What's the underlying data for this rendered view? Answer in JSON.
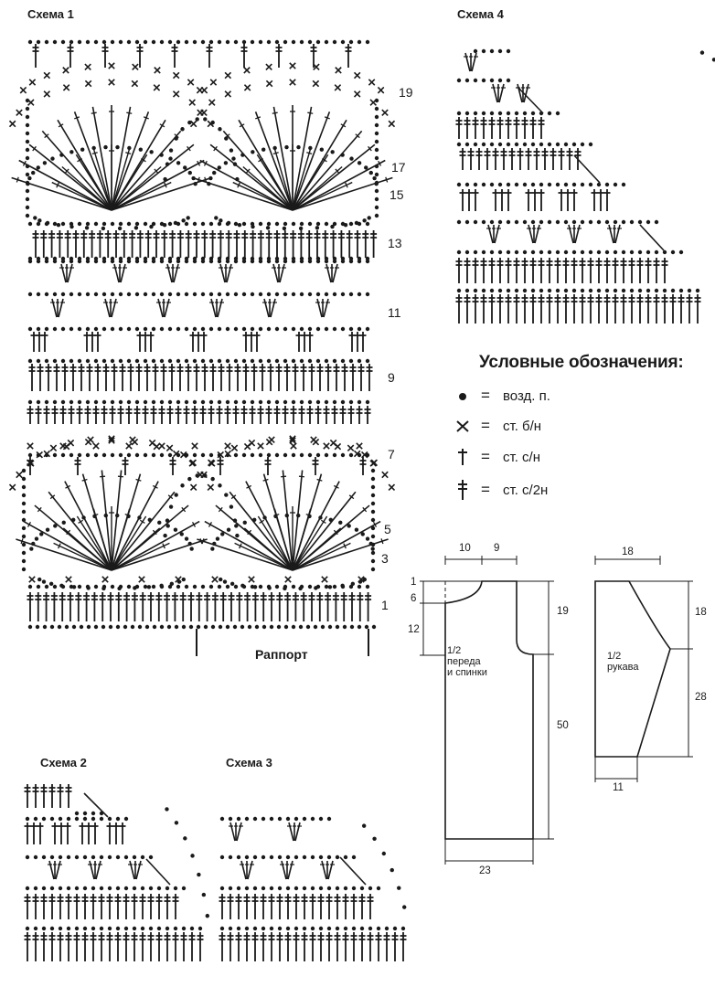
{
  "scheme1": {
    "title": "Схема 1",
    "row_numbers": [
      "19",
      "17",
      "15",
      "13",
      "11",
      "9",
      "7",
      "5",
      "3",
      "1"
    ],
    "repeat_label": "Раппорт"
  },
  "scheme2": {
    "title": "Схема 2"
  },
  "scheme3": {
    "title": "Схема 3"
  },
  "scheme4": {
    "title": "Схема 4"
  },
  "legend": {
    "title": "Условные обозначения:",
    "items": [
      {
        "symbol": "chain-dot-icon",
        "eq": "=",
        "text": "возд. п."
      },
      {
        "symbol": "single-crochet-x-icon",
        "eq": "=",
        "text": "ст. б/н"
      },
      {
        "symbol": "double-crochet-icon",
        "eq": "=",
        "text": "ст. с/н"
      },
      {
        "symbol": "treble-crochet-icon",
        "eq": "=",
        "text": "ст. с/2н"
      }
    ]
  },
  "pattern_body": {
    "label_line1": "1/2",
    "label_line2": "переда",
    "label_line3": "и спинки",
    "dims": {
      "top_left": "10",
      "top_right": "9",
      "left_a": "1",
      "left_b": "6",
      "left_c": "12",
      "right_a": "19",
      "right_b": "50",
      "bottom": "23"
    }
  },
  "pattern_sleeve": {
    "label_line1": "1/2",
    "label_line2": "рукава",
    "dims": {
      "top": "18",
      "right_a": "18",
      "right_b": "28",
      "bottom": "11"
    }
  },
  "colors": {
    "ink": "#1a1a1a",
    "paper": "#ffffff"
  }
}
